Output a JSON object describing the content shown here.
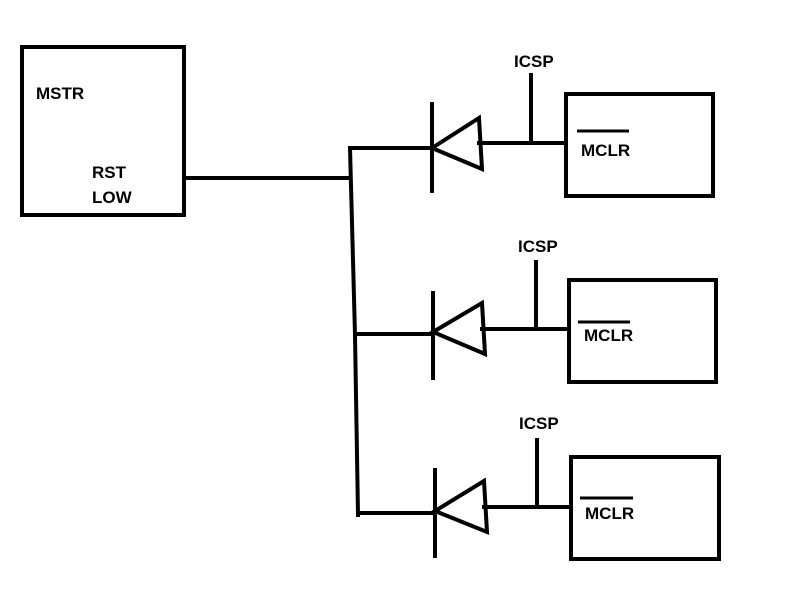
{
  "master": {
    "name": "MSTR",
    "pin_line1": "RST",
    "pin_line2": "LOW"
  },
  "targets": [
    {
      "tap_label": "ICSP",
      "pin_label": "MCLR",
      "pin_active_low": true
    },
    {
      "tap_label": "ICSP",
      "pin_label": "MCLR",
      "pin_active_low": true
    },
    {
      "tap_label": "ICSP",
      "pin_label": "MCLR",
      "pin_active_low": true
    }
  ],
  "colors": {
    "ink": "#000000",
    "background": "#ffffff"
  }
}
